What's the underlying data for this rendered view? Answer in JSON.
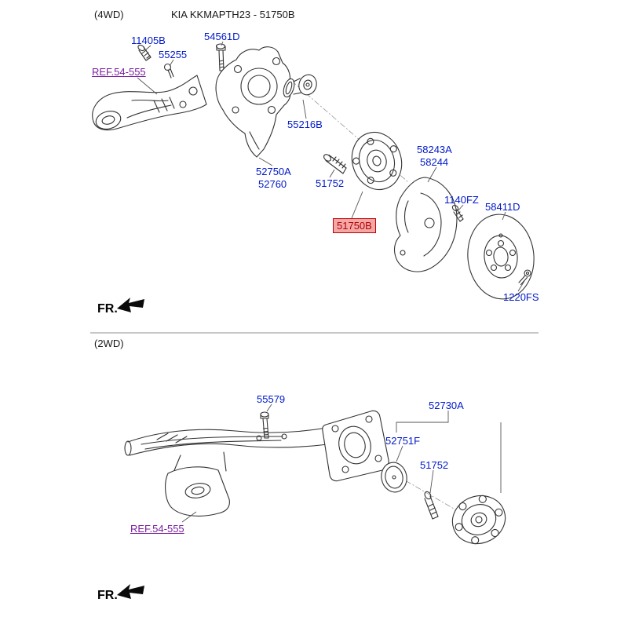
{
  "title": "KIA KKMAPTH23 - 51750B",
  "colors": {
    "part_link": "#0018c8",
    "ref_link": "#7a1fa0",
    "highlight_text": "#b50000",
    "highlight_bg": "#f4a7a7",
    "highlight_border": "#c40000",
    "diagram_line": "#333333"
  },
  "four_wd": {
    "variant": "(4WD)",
    "fr": "FR.",
    "parts": {
      "p11405B": "11405B",
      "p54561D": "54561D",
      "p55255": "55255",
      "ref": "REF.54-555",
      "p55216B": "55216B",
      "p52750A": "52750A",
      "p52760": "52760",
      "p51752": "51752",
      "p51750B": "51750B",
      "p58243A": "58243A",
      "p58244": "58244",
      "p1140FZ": "1140FZ",
      "p58411D": "58411D",
      "p1220FS": "1220FS"
    }
  },
  "two_wd": {
    "variant": "(2WD)",
    "fr": "FR.",
    "parts": {
      "p55579": "55579",
      "p52730A": "52730A",
      "p52751F": "52751F",
      "p51752": "51752",
      "ref": "REF.54-555"
    }
  }
}
